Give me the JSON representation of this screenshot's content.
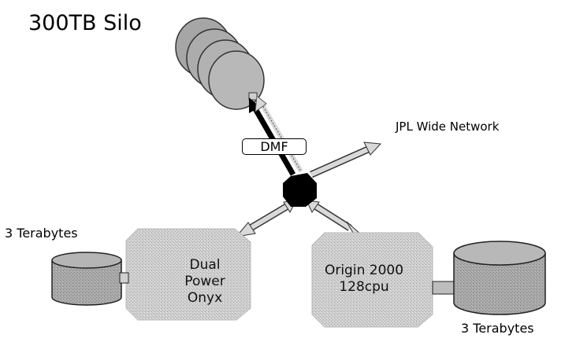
{
  "labels": {
    "silo": "300TB Silo",
    "network": "JPL Wide Network",
    "left_storage": "3 Terabytes",
    "right_storage": "3 Terabytes",
    "dmf": "DMF"
  },
  "nodes": {
    "onyx": [
      "Dual",
      "Power Onyx"
    ],
    "origin": [
      "Origin 2000",
      "128cpu"
    ]
  },
  "colors": {
    "disk": "#a8a8a8",
    "server_box": "#cfcfcf",
    "router": "#000000",
    "link": "#d9d9d9"
  }
}
